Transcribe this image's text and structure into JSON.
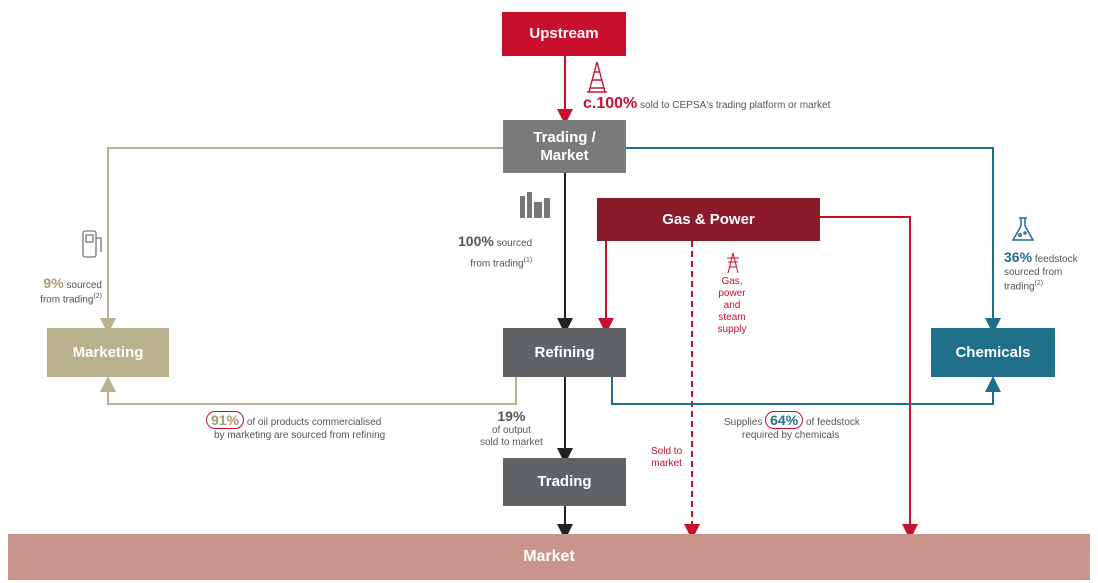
{
  "colors": {
    "upstream": "#c8102e",
    "trading": "#7a7a7a",
    "gas_power": "#8b1a2b",
    "refining": "#5f6366",
    "marketing": "#b9b18e",
    "chemicals": "#1f6f8b",
    "market_bar": "#c9958a",
    "red_line": "#c8102e",
    "khaki_line": "#b9b18e",
    "teal_line": "#1f6f8b",
    "black_line": "#222222"
  },
  "boxes": {
    "upstream": "Upstream",
    "trading_market": "Trading /\nMarket",
    "gas_power": "Gas & Power",
    "marketing": "Marketing",
    "refining": "Refining",
    "chemicals": "Chemicals",
    "trading": "Trading",
    "market": "Market"
  },
  "annotations": {
    "upstream_pct": "c.100%",
    "upstream_text": "sold to CEPSA's trading platform or market",
    "refining_pct": "100%",
    "refining_text1": "sourced",
    "refining_text2": "from trading",
    "refining_sup": "(1)",
    "marketing_pct": "9%",
    "marketing_text1": "sourced",
    "marketing_text2": "from trading",
    "marketing_sup": "(2)",
    "chemicals_pct": "36%",
    "chemicals_text1": "feedstock",
    "chemicals_text2": "sourced from",
    "chemicals_text3": "trading",
    "chemicals_sup": "(2)",
    "gas_supply": [
      "Gas,",
      "power",
      "and",
      "steam",
      "supply"
    ],
    "sold_to_market": [
      "Sold to",
      "market"
    ],
    "output_pct": "19%",
    "output_text": [
      "of output",
      "sold to market"
    ],
    "oil_pct": "91%",
    "oil_text1": "of oil products commercialised",
    "oil_text2": "by marketing are sourced from refining",
    "supplies_prefix": "Supplies",
    "supplies_pct": "64%",
    "supplies_text1": "of feedstock",
    "supplies_text2": "required by chemicals"
  },
  "icons": [
    "oil-rig-icon",
    "refinery-icon",
    "fuel-pump-icon",
    "flask-icon",
    "power-tower-icon"
  ]
}
